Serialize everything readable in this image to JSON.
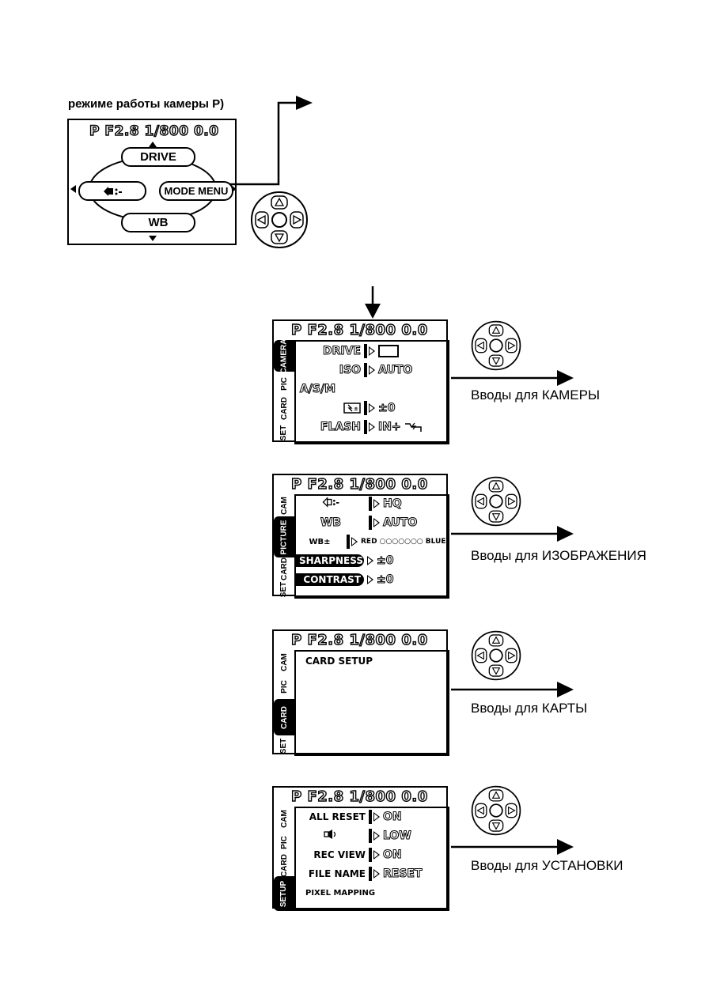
{
  "header": {
    "caption": "режиме работы камеры P)"
  },
  "top_screen": {
    "status": "P F2.8 1/800   0.0",
    "buttons": {
      "up": "DRIVE",
      "left_icon": "quality-icon",
      "right": "MODE MENU",
      "down": "WB"
    }
  },
  "screens": [
    {
      "label": "Вводы для КАМЕРЫ",
      "status": "P F2.8 1/800   0.0",
      "tabs": [
        "SET",
        "CARD",
        "PIC",
        "CAMERA"
      ],
      "active_tab": "CAMERA",
      "rows": [
        {
          "item": "DRIVE",
          "value": "",
          "value_icon": "single-frame-icon"
        },
        {
          "item": "ISO",
          "value": "AUTO"
        },
        {
          "item": "A/S/M",
          "value": ""
        },
        {
          "item": "",
          "item_icon": "flash-exposure-icon",
          "value": "±0"
        },
        {
          "item": "FLASH",
          "value": "IN+",
          "value_icon": "external-flash-icon"
        }
      ]
    },
    {
      "label": "Вводы для ИЗОБРАЖЕНИЯ",
      "status": "P F2.8 1/800   0.0",
      "tabs": [
        "SET",
        "CARD",
        "PICTURE",
        "CAM"
      ],
      "active_tab": "PICTURE",
      "rows": [
        {
          "item": "",
          "item_icon": "quality-icon",
          "value": "HQ"
        },
        {
          "item": "WB",
          "value": "AUTO"
        },
        {
          "item": "WB±",
          "value": "RED ○○○○○○○ BLUE"
        },
        {
          "item": "SHARPNESS",
          "value": "±0"
        },
        {
          "item": "CONTRAST",
          "value": "±0"
        }
      ]
    },
    {
      "label": "Вводы для КАРТЫ",
      "status": "P F2.8 1/800   0.0",
      "tabs": [
        "SET",
        "CARD",
        "PIC",
        "CAM"
      ],
      "active_tab": "CARD",
      "rows": [
        {
          "item": "CARD SETUP",
          "value": ""
        }
      ]
    },
    {
      "label": "Вводы для УСТАНОВКИ",
      "status": "P F2.8 1/800   0.0",
      "tabs": [
        "SETUP",
        "CARD",
        "PIC",
        "CAM"
      ],
      "active_tab": "SETUP",
      "rows": [
        {
          "item": "ALL RESET",
          "value": "ON"
        },
        {
          "item": "",
          "item_icon": "speaker-icon",
          "value": "LOW"
        },
        {
          "item": "REC VIEW",
          "value": "ON"
        },
        {
          "item": "FILE NAME",
          "value": "RESET"
        },
        {
          "item": "PIXEL MAPPING",
          "value": ""
        }
      ]
    }
  ]
}
